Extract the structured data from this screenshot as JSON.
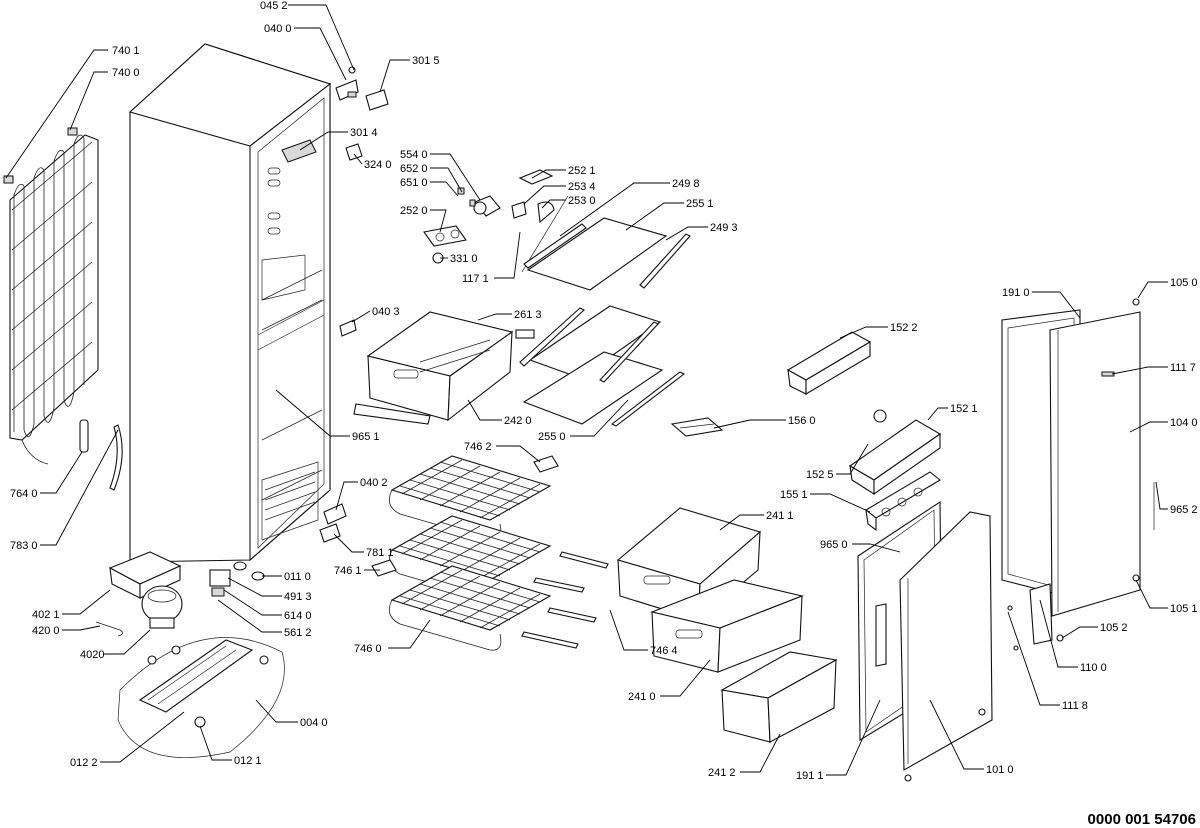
{
  "document_id": "0000 001 54706",
  "callouts": [
    {
      "id": "c-0452",
      "text": "045 2"
    },
    {
      "id": "c-0400",
      "text": "040 0"
    },
    {
      "id": "c-3015",
      "text": "301 5"
    },
    {
      "id": "c-7401",
      "text": "740 1"
    },
    {
      "id": "c-7400",
      "text": "740 0"
    },
    {
      "id": "c-3014",
      "text": "301 4"
    },
    {
      "id": "c-3240",
      "text": "324 0"
    },
    {
      "id": "c-5540",
      "text": "554 0"
    },
    {
      "id": "c-6520",
      "text": "652 0"
    },
    {
      "id": "c-6510",
      "text": "651 0"
    },
    {
      "id": "c-2520",
      "text": "252 0"
    },
    {
      "id": "c-3310",
      "text": "331 0"
    },
    {
      "id": "c-1171",
      "text": "117 1"
    },
    {
      "id": "c-2521",
      "text": "252 1"
    },
    {
      "id": "c-2534",
      "text": "253 4"
    },
    {
      "id": "c-2530",
      "text": "253 0"
    },
    {
      "id": "c-2498",
      "text": "249 8"
    },
    {
      "id": "c-2551",
      "text": "255 1"
    },
    {
      "id": "c-2493",
      "text": "249 3"
    },
    {
      "id": "c-0403",
      "text": "040 3"
    },
    {
      "id": "c-2613",
      "text": "261 3"
    },
    {
      "id": "c-2420",
      "text": "242 0"
    },
    {
      "id": "c-9651",
      "text": "965 1"
    },
    {
      "id": "c-2550",
      "text": "255 0"
    },
    {
      "id": "c-1560",
      "text": "156 0"
    },
    {
      "id": "c-1522",
      "text": "152 2"
    },
    {
      "id": "c-1910",
      "text": "191 0"
    },
    {
      "id": "c-1050",
      "text": "105 0"
    },
    {
      "id": "c-1117",
      "text": "111 7"
    },
    {
      "id": "c-1040",
      "text": "104 0"
    },
    {
      "id": "c-1521",
      "text": "152 1"
    },
    {
      "id": "c-1525",
      "text": "152 5"
    },
    {
      "id": "c-1551",
      "text": "155 1"
    },
    {
      "id": "c-9650",
      "text": "965 0"
    },
    {
      "id": "c-9652",
      "text": "965 2"
    },
    {
      "id": "c-1051",
      "text": "105 1"
    },
    {
      "id": "c-1052",
      "text": "105 2"
    },
    {
      "id": "c-1100",
      "text": "110 0"
    },
    {
      "id": "c-1118",
      "text": "111 8"
    },
    {
      "id": "c-1010",
      "text": "101 0"
    },
    {
      "id": "c-1911",
      "text": "191 1"
    },
    {
      "id": "c-2412",
      "text": "241 2"
    },
    {
      "id": "c-2410",
      "text": "241 0"
    },
    {
      "id": "c-2411",
      "text": "241 1"
    },
    {
      "id": "c-7462",
      "text": "746 2"
    },
    {
      "id": "c-7464",
      "text": "746 4"
    },
    {
      "id": "c-7460",
      "text": "746 0"
    },
    {
      "id": "c-7461",
      "text": "746 1"
    },
    {
      "id": "c-7811",
      "text": "781 1"
    },
    {
      "id": "c-0402",
      "text": "040 2"
    },
    {
      "id": "c-0110",
      "text": "011 0"
    },
    {
      "id": "c-4913",
      "text": "491 3"
    },
    {
      "id": "c-6140",
      "text": "614 0"
    },
    {
      "id": "c-5612",
      "text": "561 2"
    },
    {
      "id": "c-7640",
      "text": "764 0"
    },
    {
      "id": "c-7830",
      "text": "783 0"
    },
    {
      "id": "c-4021",
      "text": "402 1"
    },
    {
      "id": "c-4200",
      "text": "420 0"
    },
    {
      "id": "c-4020",
      "text": "4020"
    },
    {
      "id": "c-0040",
      "text": "004 0"
    },
    {
      "id": "c-0122",
      "text": "012 2"
    },
    {
      "id": "c-0121",
      "text": "012 1"
    }
  ]
}
